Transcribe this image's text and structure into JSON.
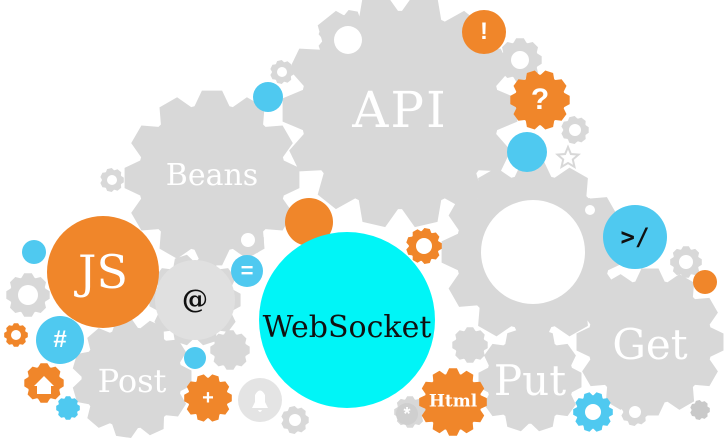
{
  "labels": {
    "api": "API",
    "beans": "Beans",
    "js": "JS",
    "at": "@",
    "websocket": "WebSocket",
    "post": "Post",
    "put": "Put",
    "get": "Get",
    "html": "Html",
    "exclaim": "!",
    "question": "?",
    "hash": "#",
    "equals": "=",
    "plus": "+",
    "asterisk": "*",
    "code": ">/"
  },
  "colors": {
    "gear": "#d8d8d8",
    "gear_dark": "#c9c9c9",
    "orange": "#f0862a",
    "light_blue": "#4fc9f0",
    "cyan": "#00f5f7",
    "text_on_gear": "#ffffff",
    "text_dark": "#111111"
  },
  "icons": [
    "gear-icon",
    "home-icon",
    "bell-icon",
    "star-icon",
    "code-icon"
  ]
}
